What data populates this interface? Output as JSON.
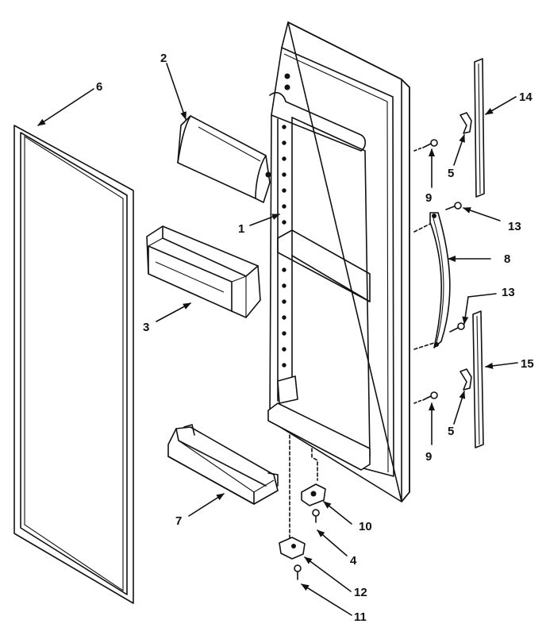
{
  "callouts": {
    "c1": "1",
    "c2": "2",
    "c3": "3",
    "c4": "4",
    "c5a": "5",
    "c5b": "5",
    "c6": "6",
    "c7": "7",
    "c8": "8",
    "c9a": "9",
    "c9b": "9",
    "c10": "10",
    "c11": "11",
    "c12": "12",
    "c13a": "13",
    "c13b": "13",
    "c14": "14",
    "c15": "15"
  }
}
